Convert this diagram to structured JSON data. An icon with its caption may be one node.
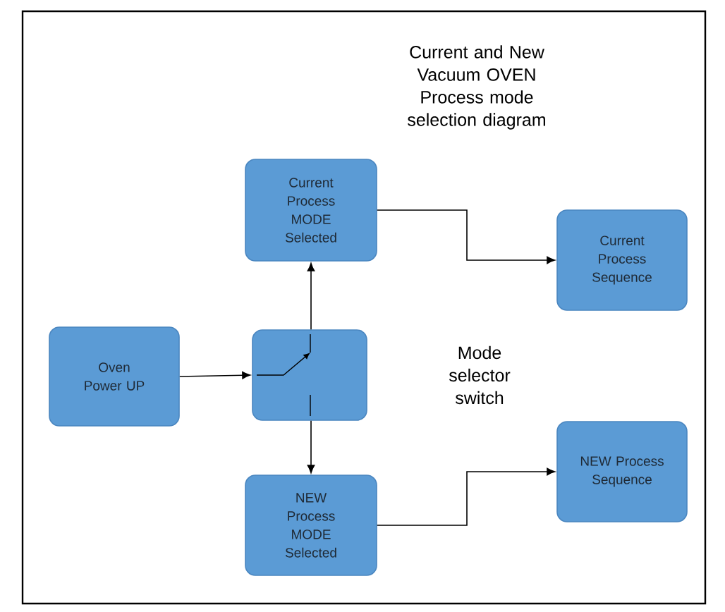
{
  "diagram": {
    "title": "Current and New Vacuum OVEN Process mode selection diagram",
    "nodes": [
      {
        "text": [
          "Oven Power UP"
        ]
      },
      {
        "text": [],
        "shape": "box"
      },
      {
        "text": [
          "Current Process MODE Selected"
        ]
      },
      {
        "text": [
          "NEW Process MODE Selected"
        ]
      },
      {
        "text": [
          "Current Process Sequence"
        ]
      },
      {
        "text": [
          "NEW Process Sequence"
        ]
      }
    ],
    "edges": [
      {
        "from": 0,
        "to": 1,
        "arrow": "to"
      },
      {
        "from": 1,
        "to": 2,
        "arrow": "to"
      },
      {
        "from": 1,
        "to": 3,
        "arrow": "to"
      },
      {
        "from": 2,
        "to": 4,
        "arrow": "to"
      },
      {
        "from": 3,
        "to": 5,
        "arrow": "to"
      }
    ],
    "labels": [
      "Mode selector switch"
    ]
  }
}
